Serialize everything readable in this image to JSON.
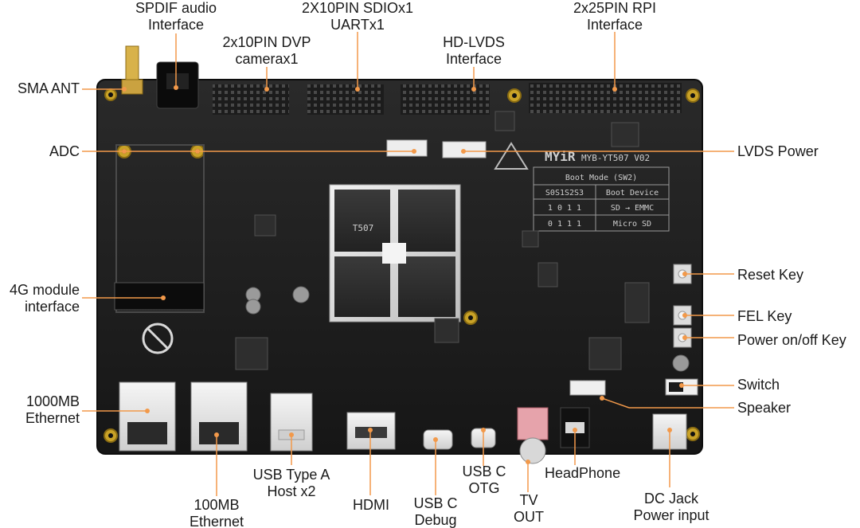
{
  "accent_color": "#f2994a",
  "board": {
    "logo": "MYiR",
    "model": "MYB-YT507 V02",
    "chip": "T507",
    "boot_table": {
      "title": "Boot Mode (SW2)",
      "col_switch": "S0S1S2S3",
      "col_device": "Boot Device",
      "rows": [
        {
          "switch": "1 0 1 1",
          "device": "SD → EMMC"
        },
        {
          "switch": "0 1 1 1",
          "device": "Micro SD"
        }
      ]
    }
  },
  "labels": {
    "spdif": [
      "SPDIF audio",
      "Interface"
    ],
    "sma_ant": [
      "SMA ANT"
    ],
    "dvp": [
      "2x10PIN  DVP",
      "camerax1"
    ],
    "sdio": [
      "2X10PIN SDIOx1",
      "UARTx1"
    ],
    "hdlvds": [
      "HD-LVDS",
      "Interface"
    ],
    "rpi": [
      "2x25PIN RPI",
      "Interface"
    ],
    "adc": [
      "ADC"
    ],
    "lvds_power": [
      "LVDS Power"
    ],
    "module_4g": [
      "4G module",
      "interface"
    ],
    "reset_key": [
      "Reset Key"
    ],
    "fel_key": [
      "FEL Key"
    ],
    "power_key": [
      "Power on/off Key"
    ],
    "switch": [
      "Switch"
    ],
    "speaker": [
      "Speaker"
    ],
    "eth1000": [
      "1000MB",
      "Ethernet"
    ],
    "eth100": [
      "100MB",
      "Ethernet"
    ],
    "usb_a": [
      "USB Type A",
      "Host x2"
    ],
    "hdmi": [
      "HDMI"
    ],
    "usbc_debug": [
      "USB C",
      "Debug"
    ],
    "usbc_otg": [
      "USB C",
      "OTG"
    ],
    "tv_out": [
      "TV",
      "OUT"
    ],
    "headphone": [
      "HeadPhone"
    ],
    "dc_jack": [
      "DC Jack",
      "Power input"
    ]
  }
}
